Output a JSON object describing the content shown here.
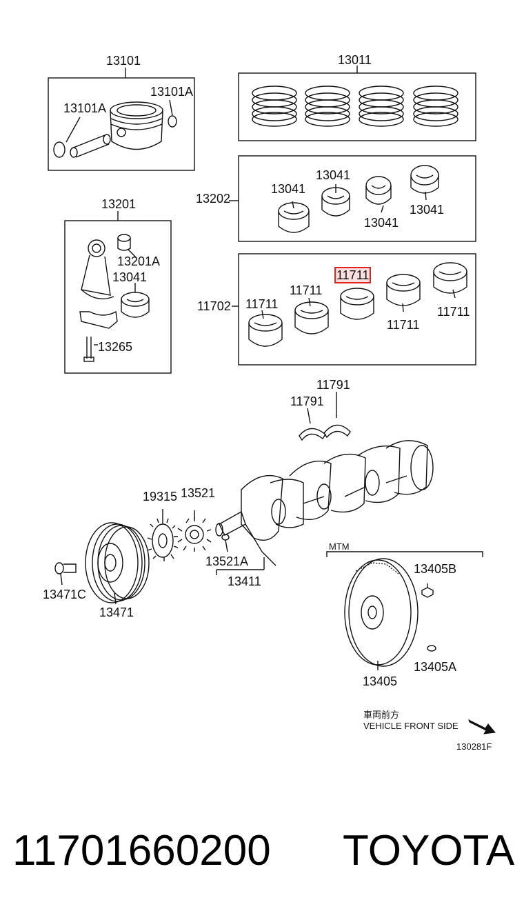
{
  "labels": {
    "p13101": "13101",
    "p13101A_left": "13101A",
    "p13101A_right": "13101A",
    "p13011": "13011",
    "p13202": "13202",
    "p13041_a": "13041",
    "p13041_b": "13041",
    "p13041_c": "13041",
    "p13041_d": "13041",
    "p13201": "13201",
    "p13201A": "13201A",
    "p13041_rod": "13041",
    "p13265": "13265",
    "p11702": "11702",
    "p11711_a": "11711",
    "p11711_b": "11711",
    "p11711_hl": "11711",
    "p11711_d": "11711",
    "p11711_e": "11711",
    "p11791_left": "11791",
    "p11791_right": "11791",
    "p19315": "19315",
    "p13521": "13521",
    "p13521A": "13521A",
    "p13411": "13411",
    "p13471C": "13471C",
    "p13471": "13471",
    "mtm": "MTM",
    "p13405B": "13405B",
    "p13405": "13405",
    "p13405A": "13405A",
    "front_jp": "車両前方",
    "front_en": "VEHICLE FRONT SIDE",
    "ref": "130281F"
  },
  "footer": {
    "part_number": "11701660200",
    "brand": "TOYOTA"
  },
  "colors": {
    "highlight": "#e0231c",
    "line": "#111111"
  }
}
